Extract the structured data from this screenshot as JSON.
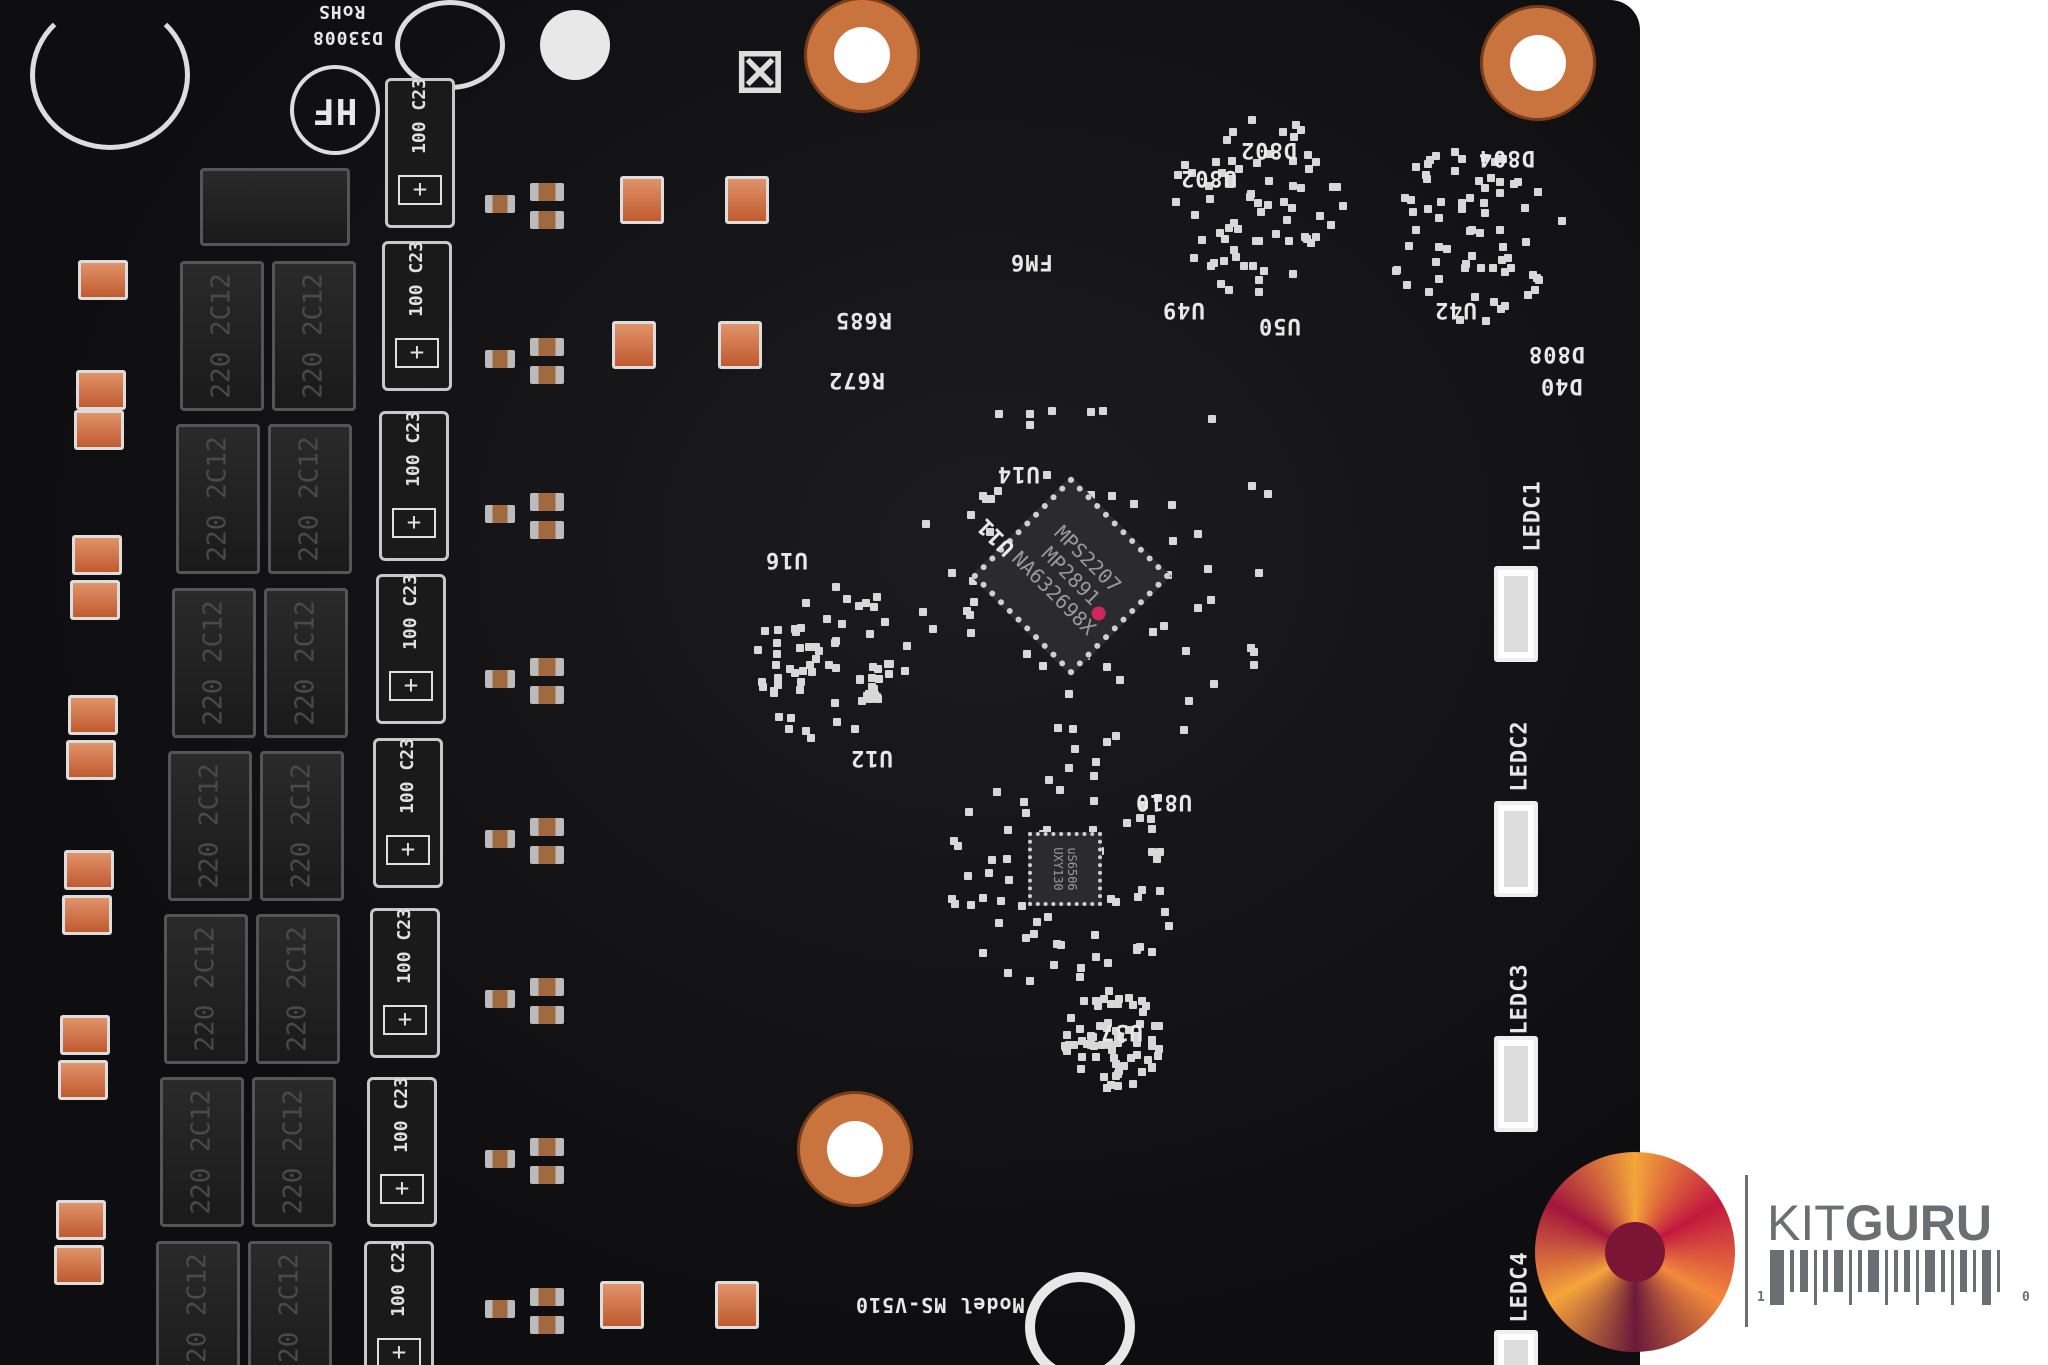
{
  "silkscreen": {
    "rohs_code": "D33008",
    "rohs": "RoHS",
    "hf": "HF",
    "d802": "D802",
    "u802": "U802",
    "d804": "D804",
    "fm6": "FM6",
    "u49": "U49",
    "u50": "U50",
    "u42": "U42",
    "d808": "D808",
    "d40": "D40",
    "r685": "R685",
    "r672": "R672",
    "u14": "U14",
    "u11": "U11",
    "u16": "U16",
    "u12": "U12",
    "u810": "U810",
    "u37": "U37",
    "ledc1": "LEDC1",
    "ledc2": "LEDC2",
    "ledc3": "LEDC3",
    "ledc4": "LEDC4",
    "model": "Model MS-V510"
  },
  "components": {
    "capacitor_marking": "100 C23",
    "capacitor_polarity": "+",
    "inductor_marking": "220 2C12"
  },
  "main_chip": {
    "line1": "MPS2207",
    "line2": "MP2891",
    "line3": "NA632698X",
    "dot_color": "#d0285a"
  },
  "secondary_chip": {
    "line1": "uS6506",
    "line2": "UXY130"
  },
  "logo": {
    "kit": "KIT",
    "guru": "GURU",
    "barcode_left": "1",
    "barcode_right": "0",
    "text_color": "#6b6e72"
  },
  "colors": {
    "board": "#121214",
    "copper": "#c9743f",
    "silk": "#e8e8e8"
  }
}
